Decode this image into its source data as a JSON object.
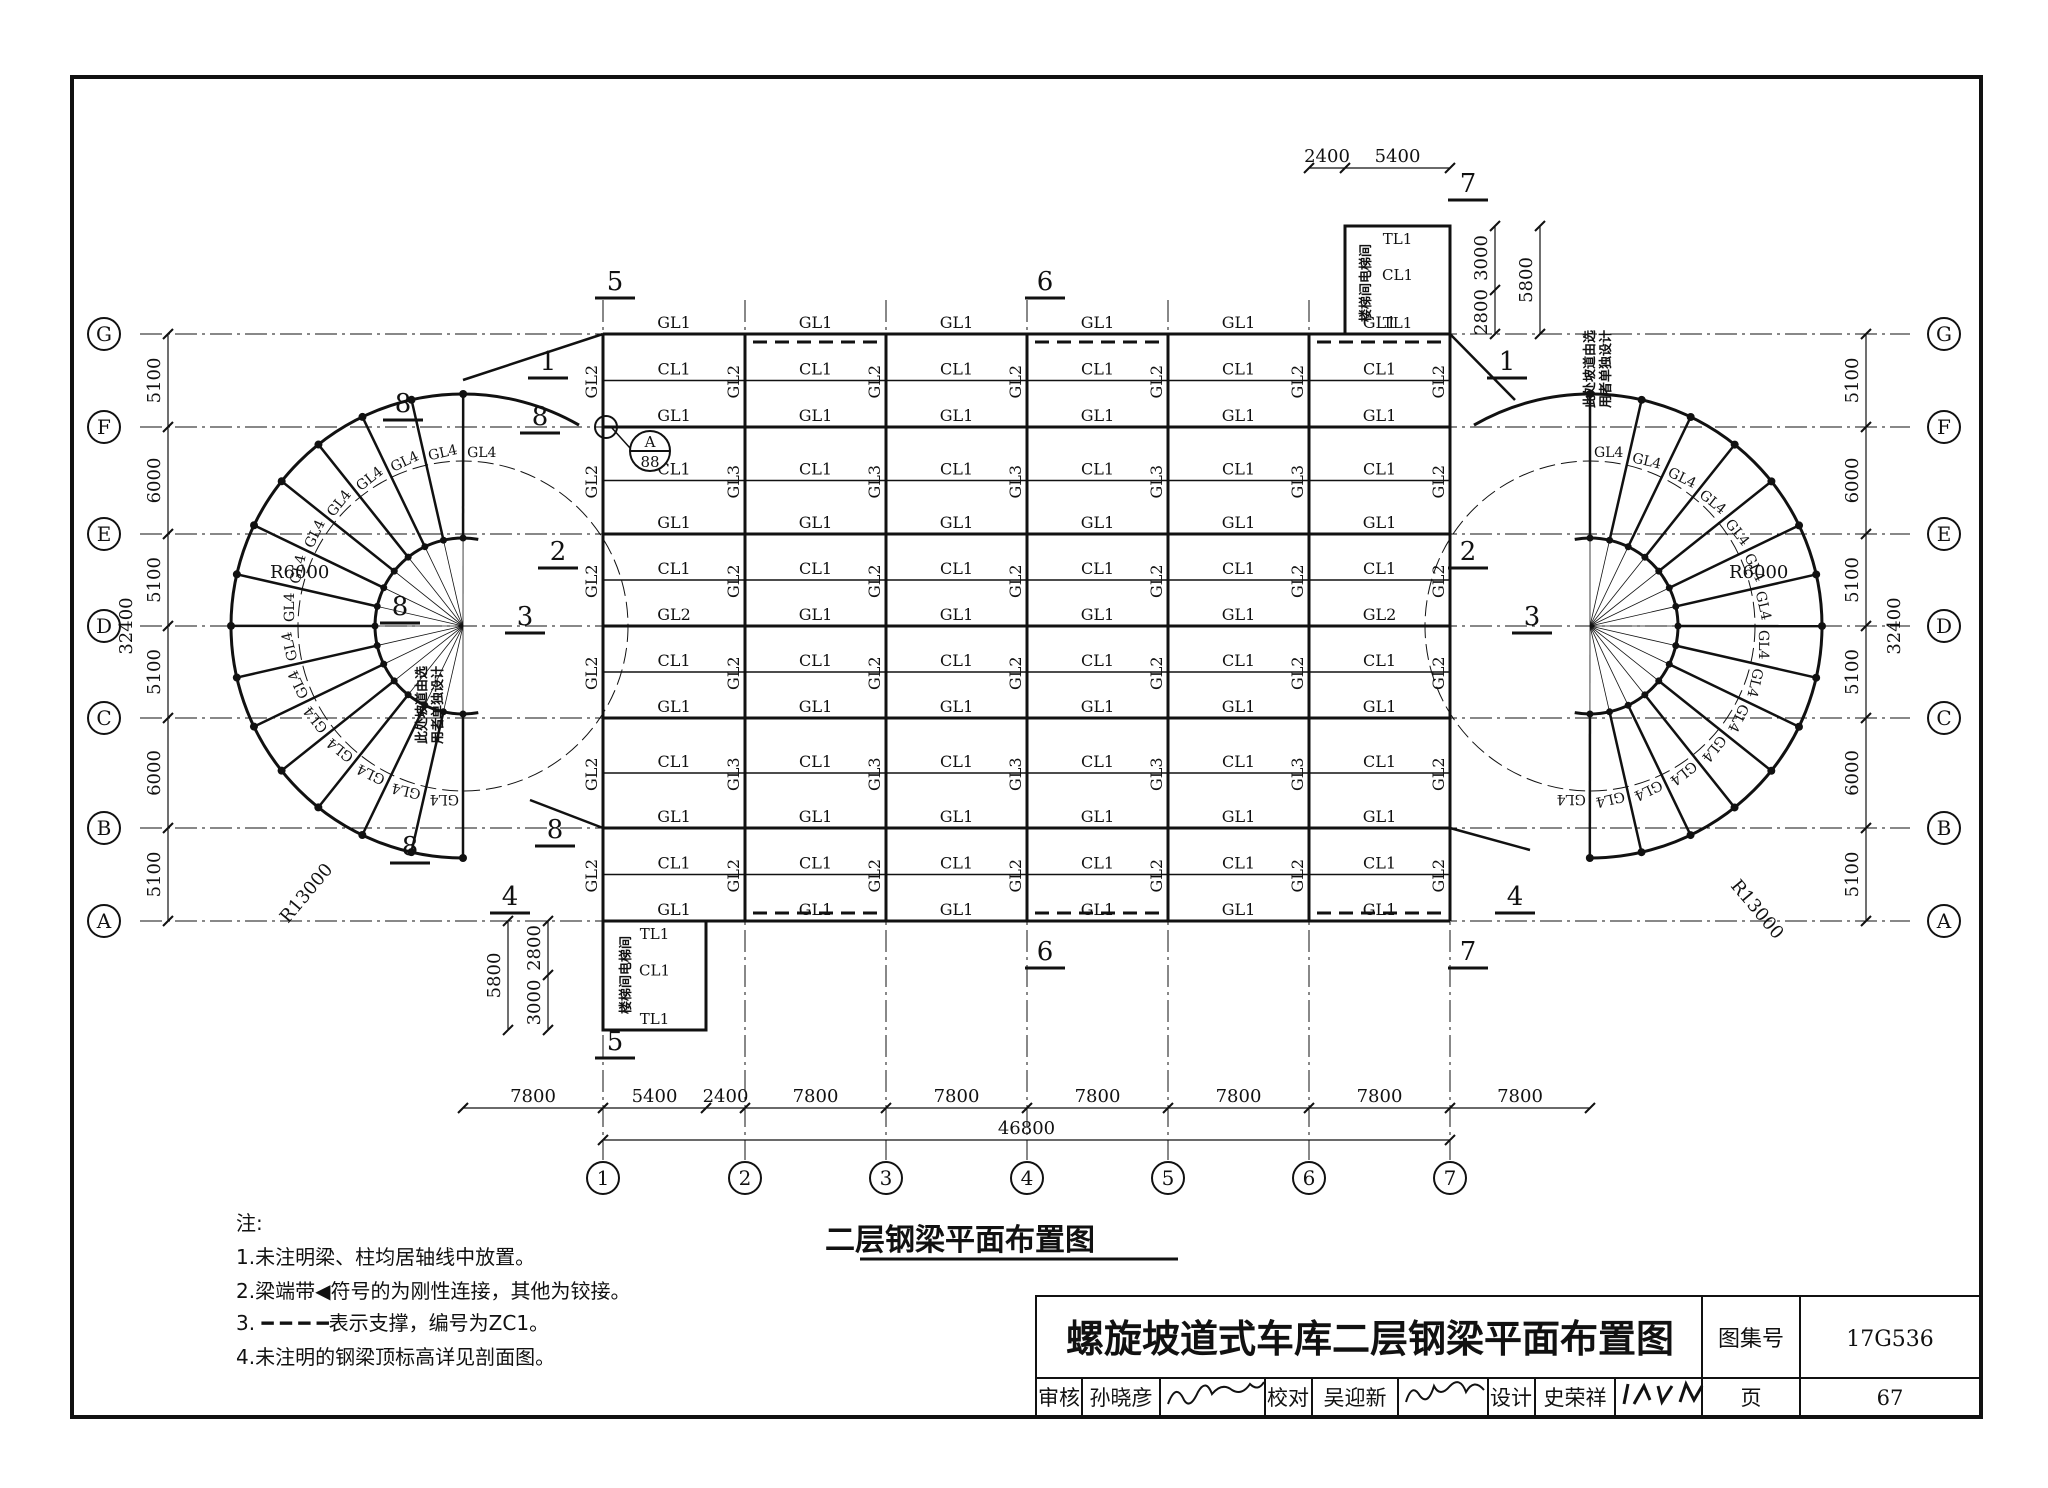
{
  "drawing": {
    "title": "二层钢梁平面布置图",
    "notes_heading": "注:",
    "notes": [
      "1.未注明梁、柱均居轴线中放置。",
      "2.梁端带◀符号的为刚性连接，其他为铰接。",
      "3. ━ ━ ━ ━表示支撑，编号为ZC1。",
      "4.未注明的钢梁顶标高详见剖面图。"
    ]
  },
  "title_block": {
    "main_title": "螺旋坡道式车库二层钢梁平面布置图",
    "atlas_label": "图集号",
    "atlas_no": "17G536",
    "review_label": "审核",
    "reviewer": "孙晓彦",
    "check_label": "校对",
    "checker": "吴迎新",
    "design_label": "设计",
    "designer": "史荣祥",
    "page_label": "页",
    "page_no": "67"
  },
  "axes": {
    "rows": [
      "A",
      "B",
      "C",
      "D",
      "E",
      "F",
      "G"
    ],
    "cols": [
      "1",
      "2",
      "3",
      "4",
      "5",
      "6",
      "7"
    ],
    "row_spacing": [
      "5100",
      "6000",
      "5100",
      "5100",
      "6000",
      "5100"
    ],
    "row_total": "32400",
    "col_spacing": [
      "7800",
      "5400",
      "2400",
      "7800",
      "7800",
      "7800",
      "7800",
      "7800",
      "7800"
    ],
    "col_total": "46800"
  },
  "members": {
    "main_beam": "GL1",
    "girder": "GL2",
    "girder_3": "GL3",
    "ramp_beam": "GL4",
    "secondary_beam": "CL1",
    "stair_beam": "TL1"
  },
  "labels": {
    "r_inner": "R6000",
    "r_outer": "R13000",
    "stair_room": "楼梯间电梯间",
    "ramp_note_1": "此处坡道由选",
    "ramp_note_2": "用者单独设计",
    "detail_ref": "A",
    "detail_sheet": "88",
    "stair_dims": [
      "2400",
      "5400",
      "3000",
      "2800",
      "5800"
    ],
    "sections": [
      "1",
      "2",
      "3",
      "4",
      "5",
      "6",
      "7",
      "8"
    ]
  }
}
